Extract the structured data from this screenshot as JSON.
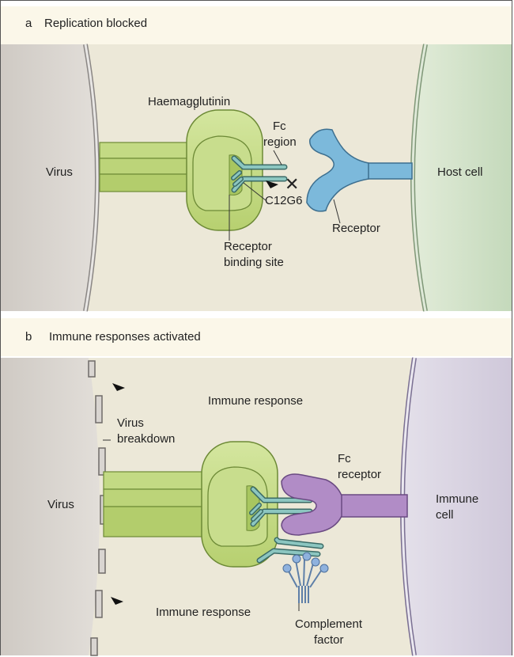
{
  "panel_a": {
    "letter": "a",
    "title": "Replication blocked",
    "labels": {
      "virus": "Virus",
      "host_cell": "Host cell",
      "haemagglutinin": "Haemagglutinin",
      "fc_region_1": "Fc",
      "fc_region_2": "region",
      "receptor": "Receptor",
      "antibody": "C12G6",
      "rbs_1": "Receptor",
      "rbs_2": "binding site",
      "blocked_mark": "✕"
    }
  },
  "panel_b": {
    "letter": "b",
    "title": "Immune responses activated",
    "labels": {
      "virus": "Virus",
      "immune_cell_1": "Immune",
      "immune_cell_2": "cell",
      "immune_response_top": "Immune response",
      "immune_response_bottom": "Immune response",
      "breakdown_1": "Virus",
      "breakdown_2": "breakdown",
      "fc_receptor_1": "Fc",
      "fc_receptor_2": "receptor",
      "complement_1": "Complement",
      "complement_2": "factor"
    }
  },
  "colors": {
    "background": "#ece8d8",
    "header": "#fbf7e9",
    "virus": "#d8d4d0",
    "host_cell": "#d3e2cc",
    "immune_cell": "#dad5e2",
    "haemagglutinin": "#c6dc8a",
    "receptor": "#7cb9db",
    "fc_receptor": "#b18cc6",
    "antibody": "#6aaea8",
    "complement": "#8fb2de"
  }
}
